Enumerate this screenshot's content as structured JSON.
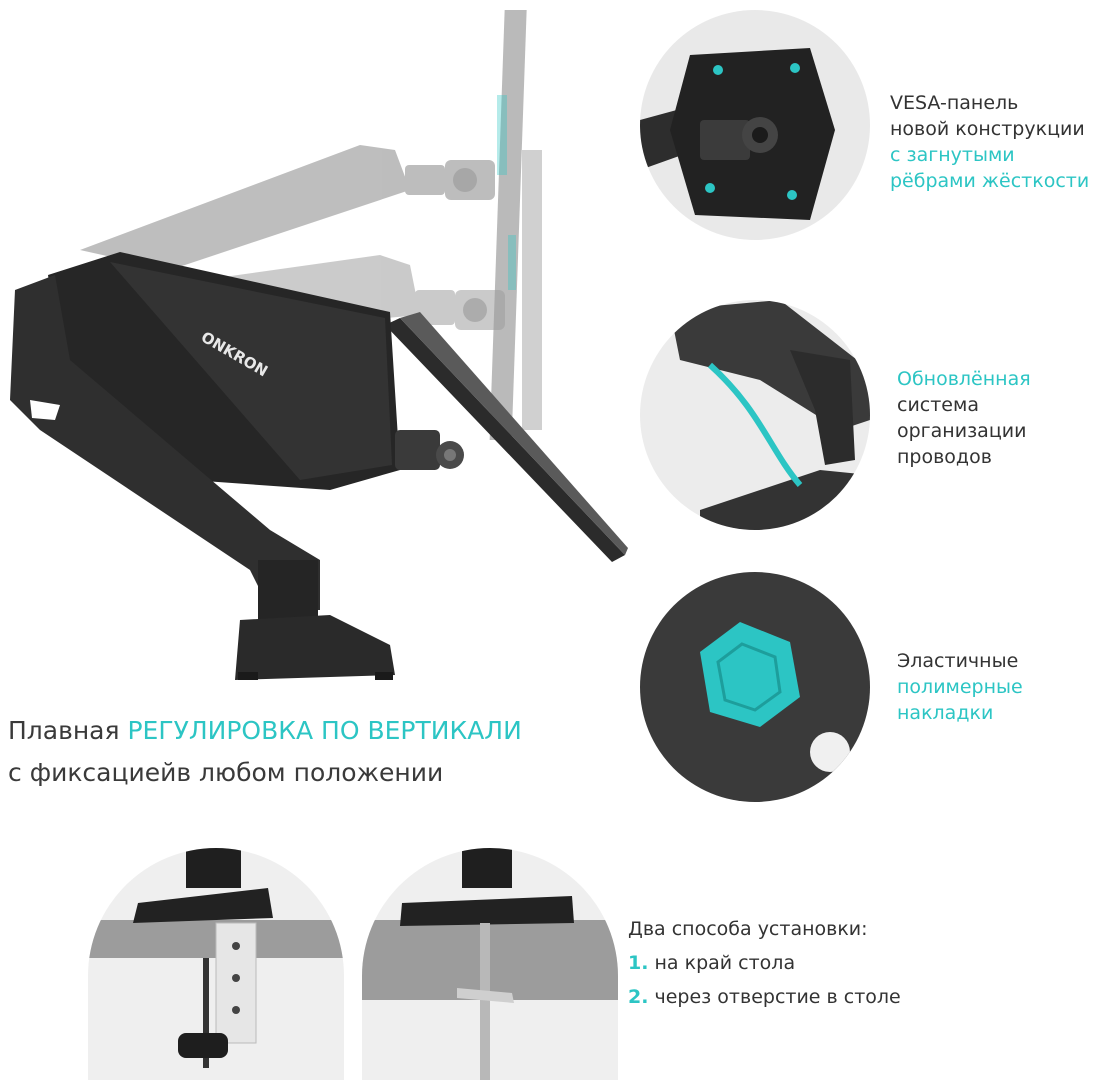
{
  "brand": {
    "logo_text": "ONKRON"
  },
  "headline": {
    "prefix": "Плавная ",
    "highlight": "РЕГУЛИРОВКА ПО ВЕРТИКАЛИ",
    "line2": "с фиксациейв любом положении"
  },
  "features": [
    {
      "plain": [
        "VESA-панель",
        "новой конструкции"
      ],
      "accent": [
        "с загнутыми",
        "рёбрами жёсткости"
      ]
    },
    {
      "accent": [
        "Обновлённая"
      ],
      "plain": [
        "система",
        "организации",
        "проводов"
      ]
    },
    {
      "plain": [
        "Эластичные"
      ],
      "accent": [
        "полимерные",
        "накладки"
      ]
    }
  ],
  "install": {
    "title": "Два способа установки:",
    "options": [
      {
        "num": "1.",
        "label": "на край стола"
      },
      {
        "num": "2.",
        "label": "через отверстие в столе"
      }
    ]
  },
  "colors": {
    "accent": "#2cc5c4",
    "arm": "#2b2b2b",
    "ghost": "#9a9a9a",
    "bg_circle": "#eeeeee"
  },
  "icons": [
    "monitor-arm-illustration",
    "vesa-plate-closeup",
    "cable-management-closeup",
    "rubber-pad-closeup",
    "edge-clamp-closeup",
    "grommet-mount-closeup"
  ]
}
